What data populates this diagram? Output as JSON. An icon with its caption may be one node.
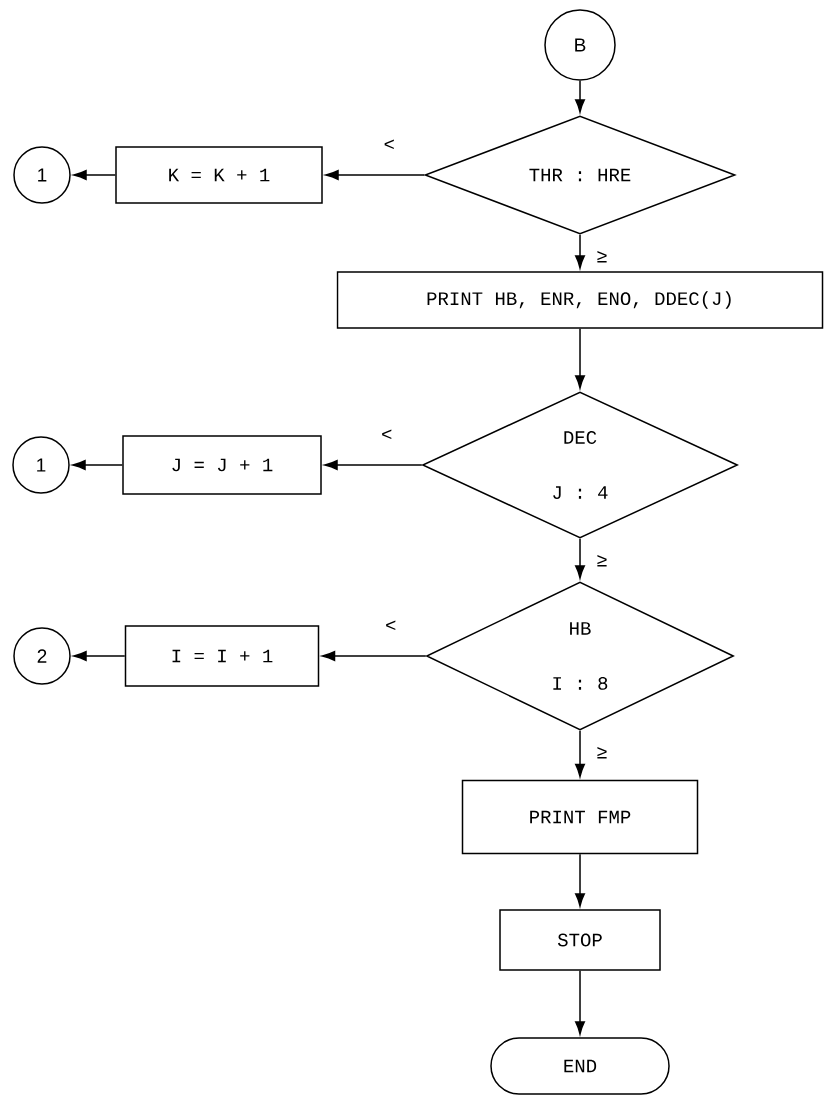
{
  "diagram": {
    "nodes": [
      {
        "text": [
          "B"
        ]
      },
      {
        "text": [
          "THR : HRE"
        ]
      },
      {
        "text": [
          "K = K + 1"
        ]
      },
      {
        "text": [
          "1"
        ]
      },
      {
        "text": [
          "PRINT HB, ENR, ENO, DDEC(J)"
        ]
      },
      {
        "text": [
          "DEC",
          "J : 4"
        ]
      },
      {
        "text": [
          "J = J + 1"
        ]
      },
      {
        "text": [
          "1"
        ]
      },
      {
        "text": [
          "HB",
          "I : 8"
        ]
      },
      {
        "text": [
          "I = I + 1"
        ]
      },
      {
        "text": [
          "2"
        ]
      },
      {
        "text": [
          "PRINT FMP"
        ]
      },
      {
        "text": [
          "STOP"
        ]
      },
      {
        "text": [
          "END"
        ]
      }
    ],
    "edges": [
      {
        "from": 0,
        "to": 1,
        "arrow": "to"
      },
      {
        "from": 1,
        "to": 2,
        "arrow": "to",
        "label": "<"
      },
      {
        "from": 2,
        "to": 3,
        "arrow": "to"
      },
      {
        "from": 1,
        "to": 4,
        "arrow": "to",
        "label": "≥"
      },
      {
        "from": 4,
        "to": 5,
        "arrow": "to"
      },
      {
        "from": 5,
        "to": 6,
        "arrow": "to",
        "label": "<"
      },
      {
        "from": 6,
        "to": 7,
        "arrow": "to"
      },
      {
        "from": 5,
        "to": 8,
        "arrow": "to",
        "label": "≥"
      },
      {
        "from": 8,
        "to": 9,
        "arrow": "to",
        "label": "<"
      },
      {
        "from": 9,
        "to": 10,
        "arrow": "to"
      },
      {
        "from": 8,
        "to": 11,
        "arrow": "to",
        "label": "≥"
      },
      {
        "from": 11,
        "to": 12,
        "arrow": "to"
      },
      {
        "from": 12,
        "to": 13,
        "arrow": "to"
      }
    ]
  }
}
